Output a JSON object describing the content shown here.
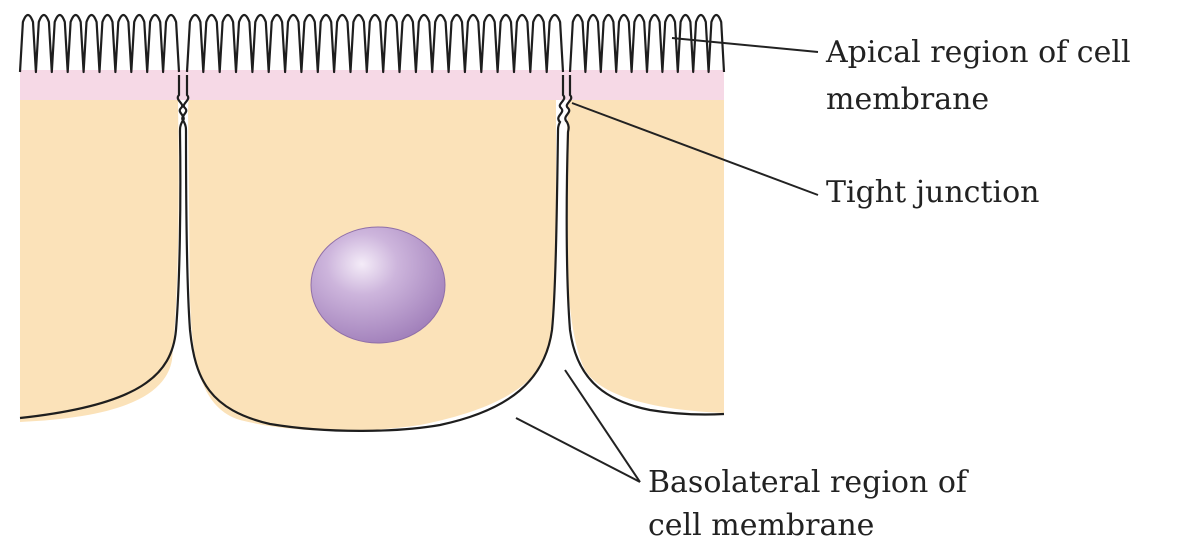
{
  "labels": {
    "apical_line1": "Apical region of cell",
    "apical_line2": "membrane",
    "tight_junction": "Tight junction",
    "basolateral_line1": "Basolateral region of",
    "basolateral_line2": "cell membrane"
  },
  "colors": {
    "cytoplasm": "#fbe2b9",
    "apical_band": "#f6d9e6",
    "membrane_stroke": "#1e1e1e",
    "nucleus": "#b495c9",
    "nucleus_highlight": "#f4ecf8",
    "leader_line": "#222222"
  }
}
